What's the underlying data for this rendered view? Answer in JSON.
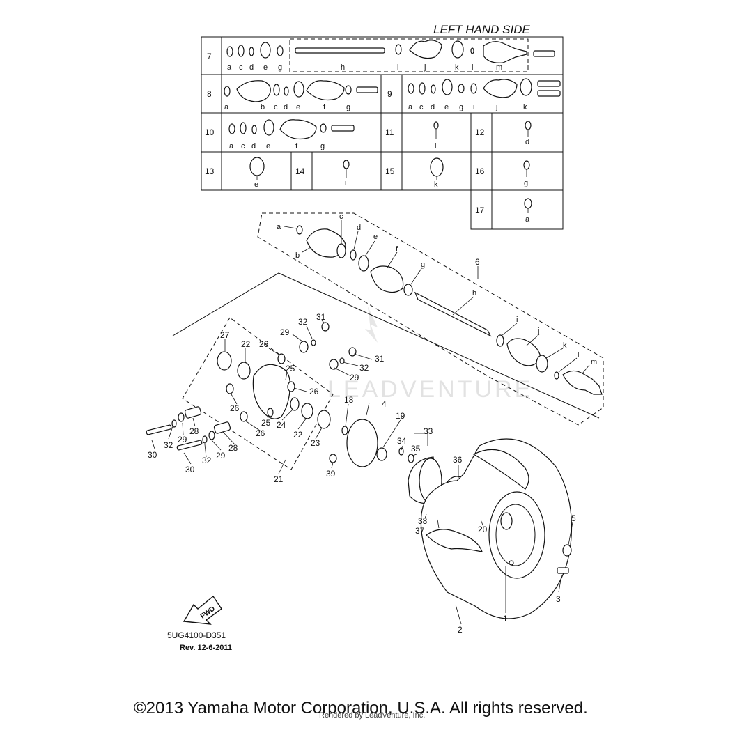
{
  "header": {
    "title": "LEFT HAND SIDE"
  },
  "table": {
    "rows": [
      {
        "number": "7",
        "letters": [
          "a",
          "c",
          "d",
          "e",
          "g",
          "h",
          "i",
          "j",
          "k",
          "l",
          "m"
        ]
      },
      {
        "number": "8",
        "letters": [
          "a",
          "b",
          "c",
          "d",
          "e",
          "f",
          "g"
        ]
      },
      {
        "number": "9",
        "letters": [
          "a",
          "c",
          "d",
          "e",
          "g",
          "i",
          "j",
          "k"
        ]
      },
      {
        "number": "10",
        "letters": [
          "a",
          "c",
          "d",
          "e",
          "f",
          "g"
        ]
      },
      {
        "number": "11",
        "letters": [
          "l"
        ]
      },
      {
        "number": "12",
        "letters": [
          "d"
        ]
      },
      {
        "number": "13",
        "letters": [
          "e"
        ]
      },
      {
        "number": "14",
        "letters": [
          "i"
        ]
      },
      {
        "number": "15",
        "letters": [
          "k"
        ]
      },
      {
        "number": "16",
        "letters": [
          "g"
        ]
      },
      {
        "number": "17",
        "letters": [
          "a"
        ]
      }
    ]
  },
  "assembly_letters": [
    "a",
    "b",
    "c",
    "d",
    "e",
    "f",
    "g",
    "h",
    "i",
    "j",
    "k",
    "l",
    "m"
  ],
  "callouts": [
    "1",
    "2",
    "3",
    "4",
    "5",
    "6",
    "18",
    "19",
    "20",
    "21",
    "22",
    "22",
    "23",
    "24",
    "25",
    "25",
    "26",
    "26",
    "26",
    "26",
    "27",
    "28",
    "28",
    "29",
    "29",
    "29",
    "29",
    "30",
    "30",
    "31",
    "31",
    "32",
    "32",
    "32",
    "32",
    "33",
    "34",
    "35",
    "36",
    "37",
    "38",
    "39"
  ],
  "fwd_label": "FWD",
  "diagram_code": "5UG4100-D351",
  "revision": "Rev. 12-6-2011",
  "watermark": "LEADVENTURE",
  "copyright": "©2013 Yamaha Motor Corporation, U.S.A. All rights reserved.",
  "rendered_by": "Rendered by LeadVenture, Inc."
}
